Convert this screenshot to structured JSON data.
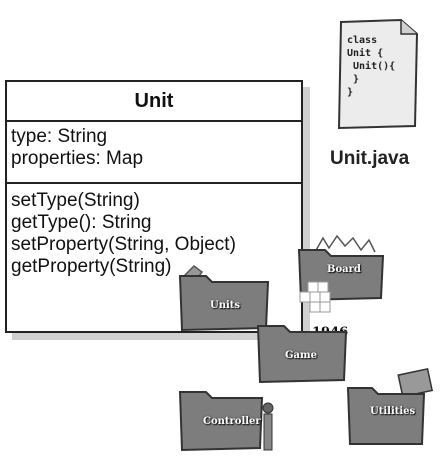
{
  "uml": {
    "class_name": "Unit",
    "attributes": [
      "type: String",
      "properties: Map"
    ],
    "operations": [
      "setType(String)",
      "getType(): String",
      "setProperty(String, Object)",
      "getProperty(String)"
    ]
  },
  "file": {
    "label": "Unit.java",
    "code": "class\nUnit {\n Unit(){\n }\n}"
  },
  "folders": {
    "board": "Board",
    "units": "Units",
    "game": "Game",
    "controller": "Controller",
    "utilities": "Utilities"
  },
  "year": "1946"
}
